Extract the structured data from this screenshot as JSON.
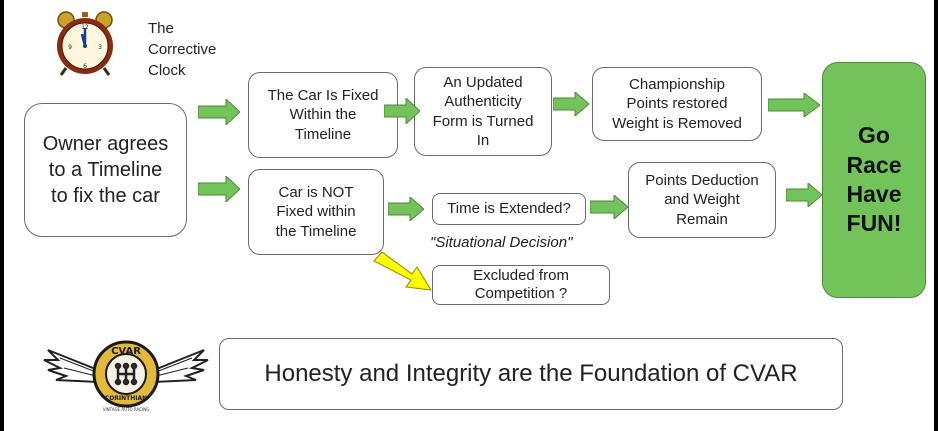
{
  "clock": {
    "icon": "alarm-clock-icon",
    "caption": "The\nCorrective\nClock"
  },
  "boxes": {
    "owner": "Owner agrees\nto a Timeline\nto fix the car",
    "fixed": "The Car Is Fixed\nWithin the\nTimeline",
    "updated_form": "An Updated\nAuthenticity\nForm is Turned\nIn",
    "championship": "Championship\nPoints restored\nWeight is Removed",
    "not_fixed": "Car is NOT\nFixed within\nthe Timeline",
    "time_extended": "Time is Extended?",
    "points_deduction": "Points Deduction\nand Weight\nRemain",
    "excluded": "Excluded from\nCompetition ?",
    "go_race": "Go\nRace\nHave\nFUN!"
  },
  "situational_label": "\"Situational Decision\"",
  "footer": "Honesty and Integrity are the Foundation of CVAR",
  "logo": {
    "icon": "cvar-winged-logo-icon",
    "top_text": "CVAR",
    "bottom_text": "CORINTHIAN",
    "sub_text": "VINTAGE AUTO RACING"
  },
  "colors": {
    "arrow_green": "#72c359",
    "arrow_yellow": "#ffff00",
    "go_green": "#72c359",
    "logo_gold": "#e2b93b"
  }
}
